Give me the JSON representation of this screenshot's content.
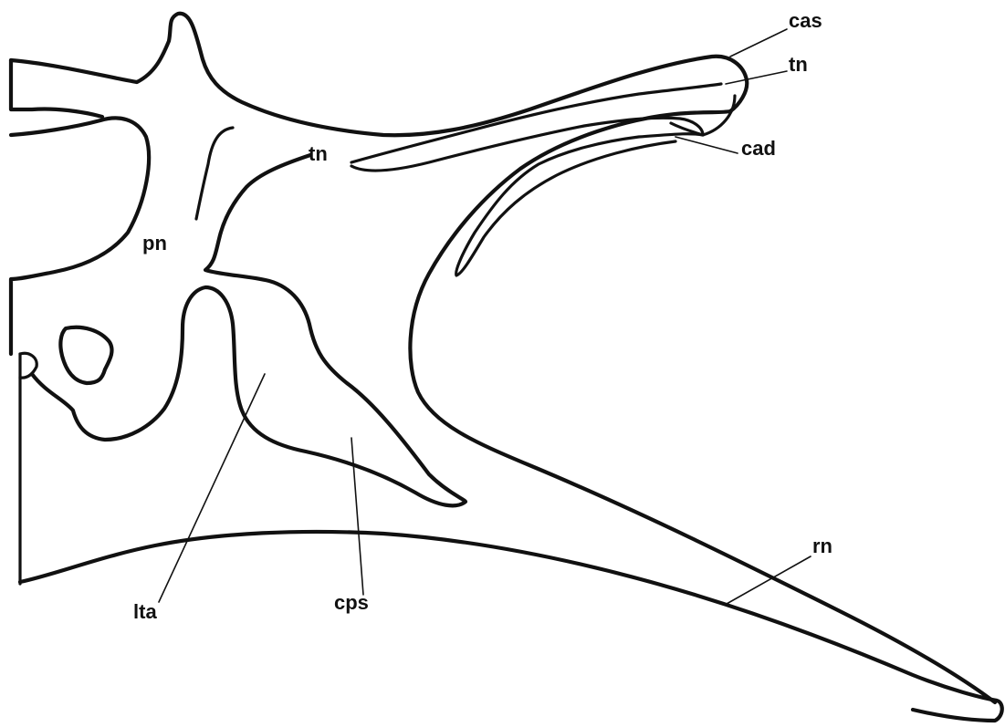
{
  "colors": {
    "background": "#ffffff",
    "ink": "#111111"
  },
  "labels": {
    "cas": "cas",
    "tn_upper": "tn",
    "cad": "cad",
    "tn_middle": "tn",
    "pn": "pn",
    "lta": "lta",
    "cps": "cps",
    "rn": "rn"
  }
}
